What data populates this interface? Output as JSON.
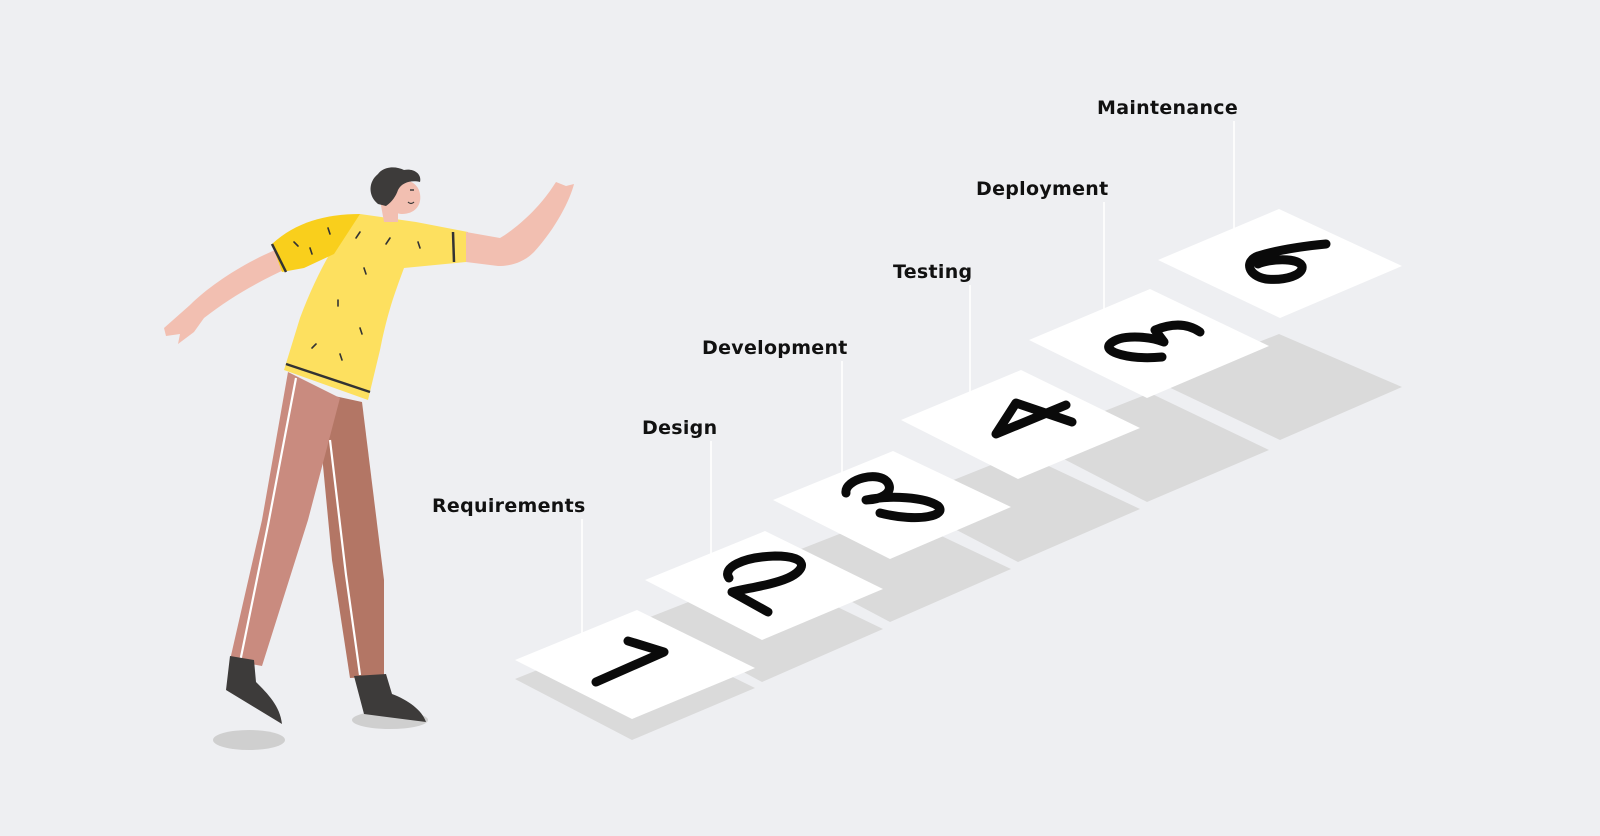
{
  "steps": [
    {
      "number": "1",
      "label": "Requirements"
    },
    {
      "number": "2",
      "label": "Design"
    },
    {
      "number": "3",
      "label": "Development"
    },
    {
      "number": "4",
      "label": "Testing"
    },
    {
      "number": "5",
      "label": "Deployment"
    },
    {
      "number": "6",
      "label": "Maintenance"
    }
  ],
  "colors": {
    "background": "#eeeff2",
    "tile": "#ffffff",
    "tile_shadow": "#dadada",
    "connector_line": "#ffffff",
    "shirt": "#fde05f",
    "pants_front": "#c98b7f",
    "pants_back": "#b37665",
    "skin": "#f2bfb1",
    "hair": "#3d3b3a",
    "shoes": "#3d3b3a"
  },
  "icons": {
    "figure": "person-stepping-icon"
  }
}
